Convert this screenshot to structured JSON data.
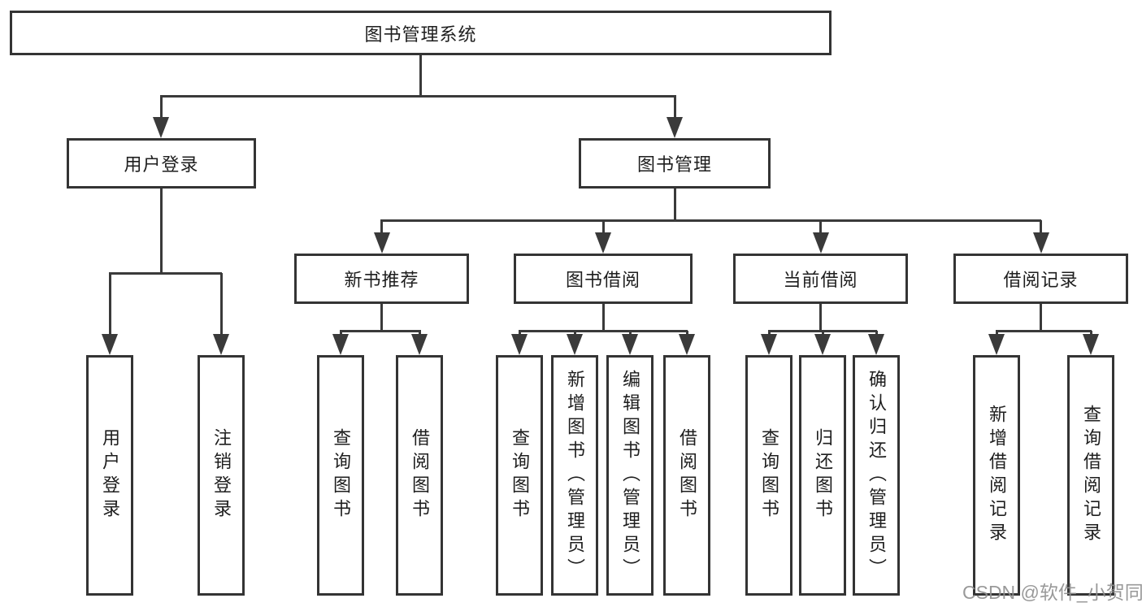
{
  "diagram": {
    "root": {
      "label": "图书管理系统"
    },
    "branches": [
      {
        "label": "用户登录",
        "children": [
          {
            "label": "用户登录"
          },
          {
            "label": "注销登录"
          }
        ]
      },
      {
        "label": "图书管理",
        "groups": [
          {
            "label": "新书推荐",
            "children": [
              {
                "label": "查询图书"
              },
              {
                "label": "借阅图书"
              }
            ]
          },
          {
            "label": "图书借阅",
            "children": [
              {
                "label": "查询图书"
              },
              {
                "label": "新增图书（管理员）"
              },
              {
                "label": "编辑图书（管理员）"
              },
              {
                "label": "借阅图书"
              }
            ]
          },
          {
            "label": "当前借阅",
            "children": [
              {
                "label": "查询图书"
              },
              {
                "label": "归还图书"
              },
              {
                "label": "确认归还（管理员）"
              }
            ]
          },
          {
            "label": "借阅记录",
            "children": [
              {
                "label": "新增借阅记录"
              },
              {
                "label": "查询借阅记录"
              }
            ]
          }
        ]
      }
    ]
  },
  "watermark": {
    "text": "CSDN @软件_小贺同学",
    "color": "#8f8f8f"
  },
  "colors": {
    "background": "#ffffff",
    "line": "#3a3a3a",
    "box_border": "#343434",
    "box_fill": "#ffffff",
    "text": "#1e1e1e"
  }
}
